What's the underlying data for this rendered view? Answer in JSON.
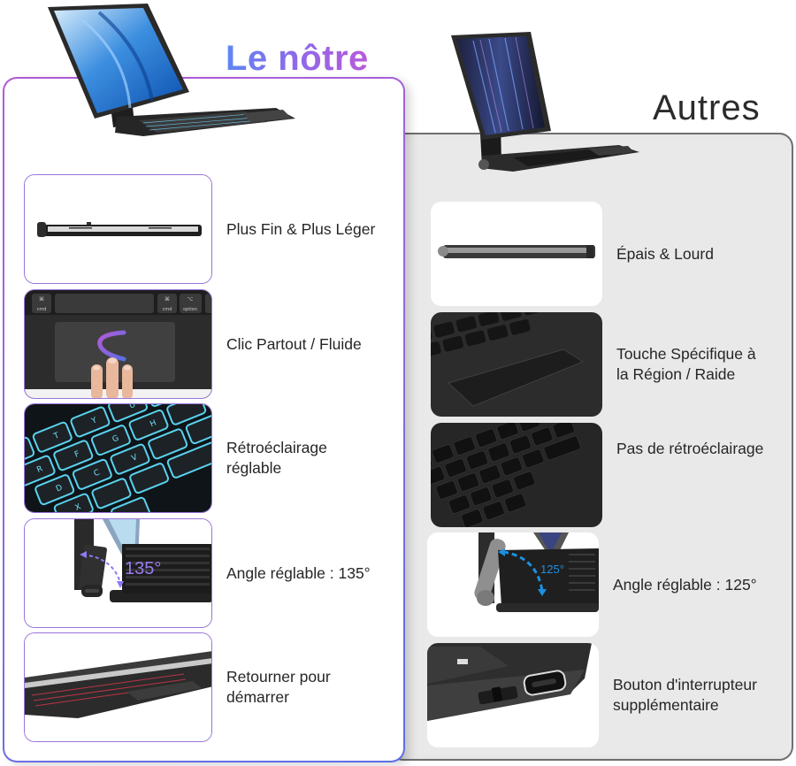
{
  "comparison": {
    "ours": {
      "title": "Le nôtre",
      "title_gradient": [
        "#5f86f3",
        "#8a6bea",
        "#b85ad8"
      ],
      "border_color": "#9a74dc",
      "features": [
        {
          "label": "Plus Fin & Plus Léger",
          "image": "thin-profile-side-view"
        },
        {
          "label": "Clic Partout / Fluide",
          "image": "trackpad-gesture",
          "keys": [
            "cmd",
            "cmd",
            "option"
          ]
        },
        {
          "label": "Rétroéclairage réglable",
          "image": "backlit-keys"
        },
        {
          "label": "Angle réglable : 135°",
          "image": "hinge-angle",
          "angle": "135°"
        },
        {
          "label": "Retourner pour démarrer",
          "image": "flip-to-start"
        }
      ]
    },
    "others": {
      "title": "Autres",
      "panel_color": "#e9e9e9",
      "border_color": "#6f6f6f",
      "features": [
        {
          "label": "Épais & Lourd",
          "image": "thick-profile-side-view"
        },
        {
          "label": "Touche Spécifique à la Région / Raide",
          "image": "stiff-trackpad"
        },
        {
          "label": "Pas de rétroéclairage",
          "image": "unlit-keys"
        },
        {
          "label": "Angle réglable : 125°",
          "image": "hinge-angle",
          "angle": "125°"
        },
        {
          "label": "Bouton d'interrupteur supplémentaire",
          "image": "power-switch"
        }
      ]
    }
  }
}
